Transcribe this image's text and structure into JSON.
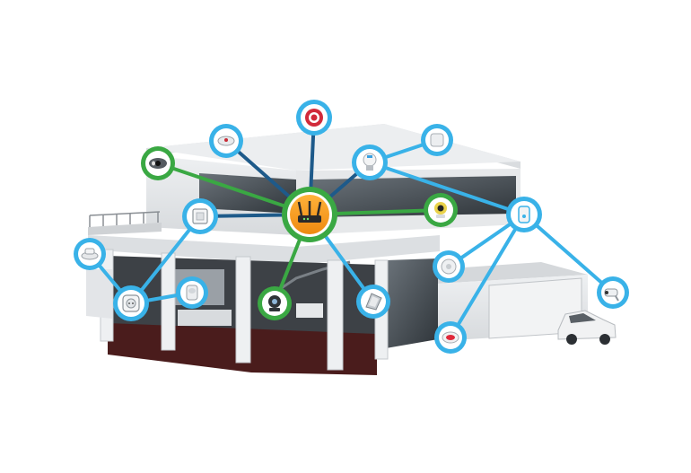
{
  "scene": {
    "colors": {
      "background": "#ffffff",
      "wall": "#e4e6e8",
      "wall_shade": "#c9ccd0",
      "glass": "#4b5258",
      "floor": "#4a1c1c",
      "blue_link": "#39b2e8",
      "green_link": "#3aa843",
      "navy_link": "#1e5a8a",
      "hub": "#f39a1e"
    },
    "hub": {
      "icon": "router-icon",
      "ring": "green"
    },
    "devices": [
      {
        "id": "alarm",
        "icon": "siren-icon",
        "ring": "blue"
      },
      {
        "id": "dome-camera",
        "icon": "dome-camera-icon",
        "ring": "green"
      },
      {
        "id": "smoke-detector",
        "icon": "smoke-detector-icon",
        "ring": "blue"
      },
      {
        "id": "door-sensor",
        "icon": "door-sensor-icon",
        "ring": "blue"
      },
      {
        "id": "smart-bulb",
        "icon": "bulb-icon",
        "ring": "blue"
      },
      {
        "id": "wall-switch",
        "icon": "wall-switch-icon",
        "ring": "blue"
      },
      {
        "id": "ip-camera",
        "icon": "ip-camera-icon",
        "ring": "green"
      },
      {
        "id": "motion-sensor",
        "icon": "motion-sensor-icon",
        "ring": "blue"
      },
      {
        "id": "siren-left",
        "icon": "siren-icon",
        "ring": "blue"
      },
      {
        "id": "smart-plug",
        "icon": "smart-plug-icon",
        "ring": "blue"
      },
      {
        "id": "pir-sensor",
        "icon": "pir-sensor-icon",
        "ring": "blue"
      },
      {
        "id": "pan-tilt-camera",
        "icon": "pan-tilt-camera-icon",
        "ring": "green"
      },
      {
        "id": "solar-panel",
        "icon": "solar-panel-icon",
        "ring": "blue"
      },
      {
        "id": "ceiling-sensor",
        "icon": "ceiling-sensor-icon",
        "ring": "blue"
      },
      {
        "id": "panic-button",
        "icon": "panic-button-icon",
        "ring": "blue"
      },
      {
        "id": "bullet-camera",
        "icon": "bullet-camera-icon",
        "ring": "blue"
      }
    ]
  }
}
